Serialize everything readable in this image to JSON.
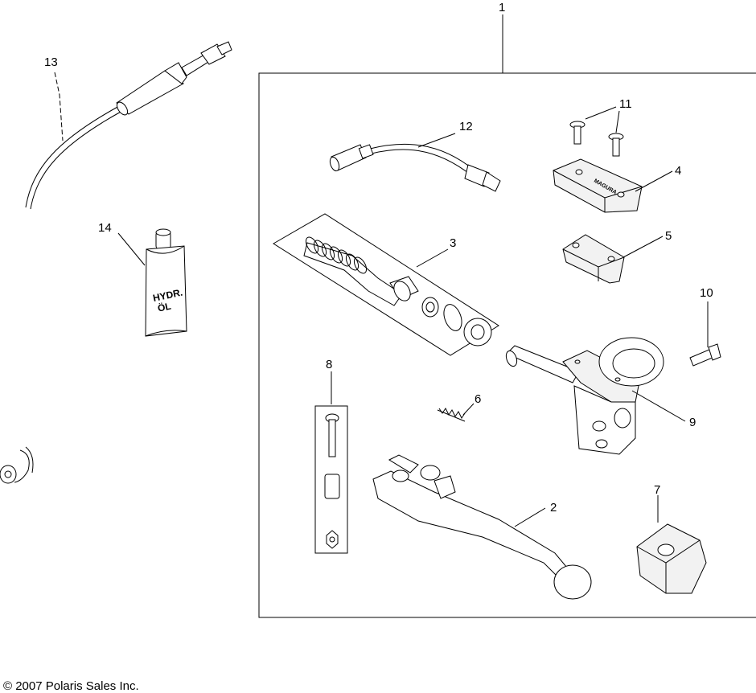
{
  "diagram": {
    "callouts": [
      {
        "id": "1",
        "label": "1"
      },
      {
        "id": "2",
        "label": "2"
      },
      {
        "id": "3",
        "label": "3"
      },
      {
        "id": "4",
        "label": "4"
      },
      {
        "id": "5",
        "label": "5"
      },
      {
        "id": "6",
        "label": "6"
      },
      {
        "id": "7",
        "label": "7"
      },
      {
        "id": "8",
        "label": "8"
      },
      {
        "id": "9",
        "label": "9"
      },
      {
        "id": "10",
        "label": "10"
      },
      {
        "id": "11",
        "label": "11"
      },
      {
        "id": "12",
        "label": "12"
      },
      {
        "id": "13",
        "label": "13"
      },
      {
        "id": "14",
        "label": "14"
      }
    ],
    "bottle_text_line1": "HYDR.",
    "bottle_text_line2": "ÖL",
    "cap_text": "MAGURA",
    "copyright": "© 2007 Polaris Sales Inc."
  }
}
